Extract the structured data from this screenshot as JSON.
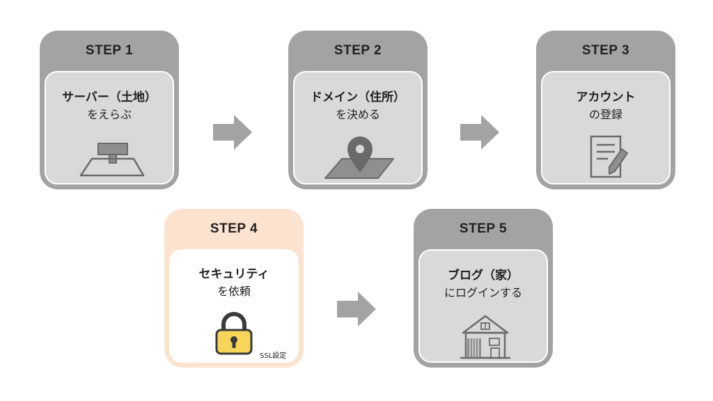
{
  "steps": [
    {
      "label": "STEP 1",
      "title": "サーバー（土地）",
      "subtitle": "をえらぶ",
      "icon": "server-land-icon"
    },
    {
      "label": "STEP 2",
      "title": "ドメイン（住所）",
      "subtitle": "を決める",
      "icon": "map-pin-icon"
    },
    {
      "label": "STEP 3",
      "title": "アカウント",
      "subtitle": "の登録",
      "icon": "document-pen-icon"
    },
    {
      "label": "STEP 4",
      "title": "セキュリティ",
      "subtitle": "を依頼",
      "icon": "padlock-icon",
      "note": "SSL設定"
    },
    {
      "label": "STEP 5",
      "title": "ブログ（家）",
      "subtitle": "にログインする",
      "icon": "house-icon"
    }
  ],
  "colors": {
    "card_gray": "#a3a3a3",
    "inner_gray": "#d9d9d9",
    "card_highlight": "#fbe3cf",
    "arrow": "#a3a3a3",
    "lock_yellow": "#f7d55a"
  }
}
